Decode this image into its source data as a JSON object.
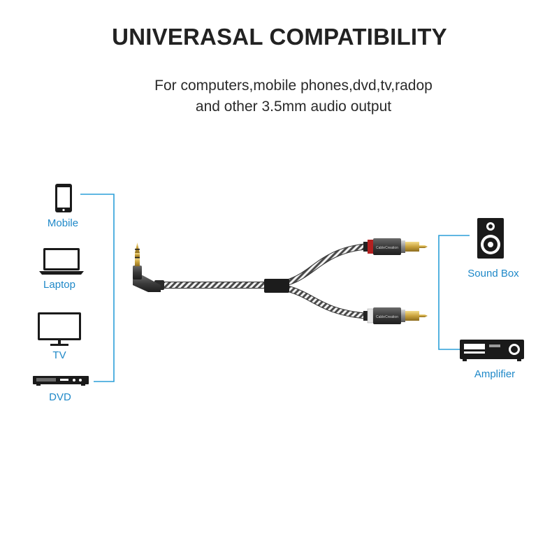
{
  "header": {
    "title": "UNIVERASAL COMPATIBILITY",
    "subtitle_line1": "For computers,mobile phones,dvd,tv,radop",
    "subtitle_line2": "and other 3.5mm audio output"
  },
  "sources": [
    {
      "label": "Mobile",
      "icon": "mobile-phone-icon"
    },
    {
      "label": "Laptop",
      "icon": "laptop-icon"
    },
    {
      "label": "TV",
      "icon": "tv-icon"
    },
    {
      "label": "DVD",
      "icon": "dvd-player-icon"
    }
  ],
  "outputs": [
    {
      "label": "Sound Box",
      "icon": "speaker-icon"
    },
    {
      "label": "Amplifier",
      "icon": "amplifier-icon"
    }
  ],
  "product": {
    "image": "aux-to-rca-y-cable",
    "brand_print": "CableCreation"
  },
  "colors": {
    "label_blue": "#1e88c8",
    "connector_line": "#2b9fd9",
    "icon_dark": "#1a1a1a",
    "title_text": "#222222"
  }
}
